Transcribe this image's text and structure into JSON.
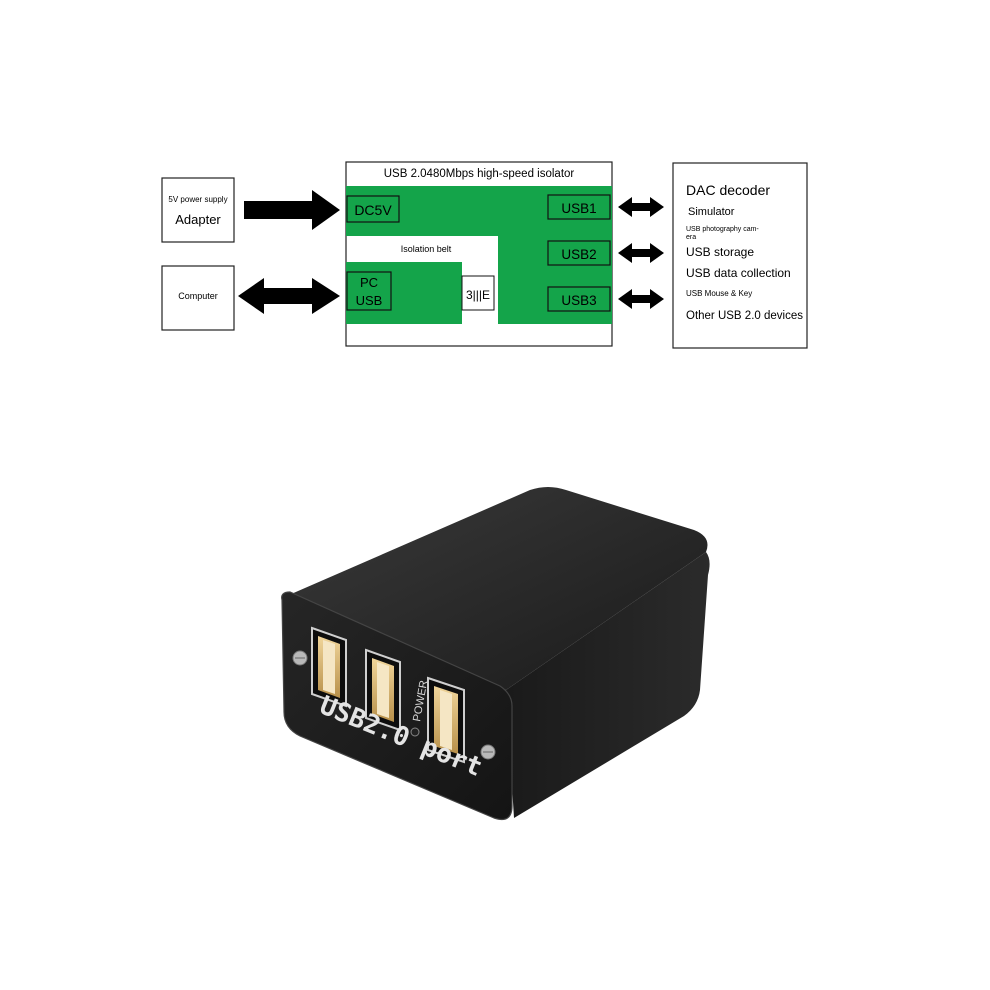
{
  "diagram": {
    "power_supply": {
      "small_label": "5V power supply",
      "label": "Adapter"
    },
    "computer": {
      "label": "Computer"
    },
    "isolator": {
      "title": "USB 2.0480Mbps high-speed isolator",
      "dc_port": "DC5V",
      "pc_port_line1": "PC",
      "pc_port_line2": "USB",
      "isolation_belt": "Isolation belt",
      "transformer_symbol": "3|||E",
      "ports": [
        "USB1",
        "USB2",
        "USB3"
      ]
    },
    "devices": {
      "title": "DAC decoder",
      "items": [
        "Simulator",
        "USB photography cam-",
        "era",
        "USB storage",
        "USB data collection",
        "USB Mouse & Key",
        "Other USB 2.0 devices"
      ]
    },
    "colors": {
      "board_green": "#14a44a",
      "arrow": "#000000",
      "case": "#1e1e1e",
      "connector_gold": "#d9b46a"
    }
  },
  "product_photo": {
    "front_label": "USB2.0 port",
    "power_label": "POWER",
    "usb_port_count": 3
  }
}
